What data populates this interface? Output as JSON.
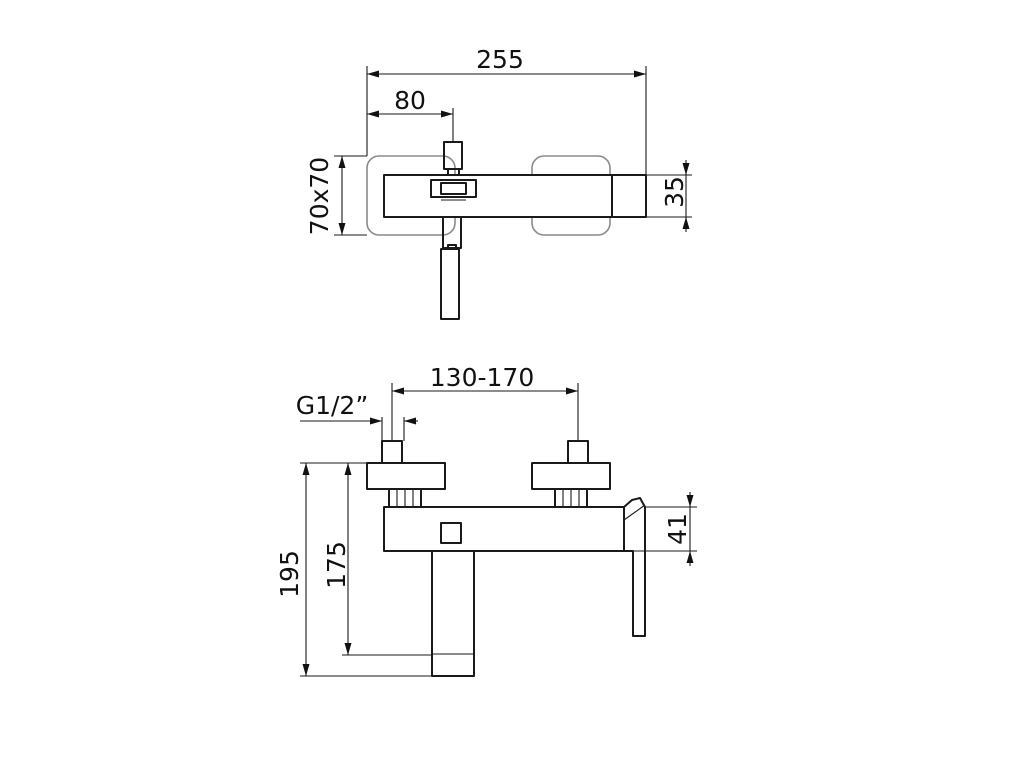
{
  "top_view": {
    "dim_total_width": "255",
    "dim_spout_offset": "80",
    "dim_plate": "70x70",
    "dim_body_height": "35"
  },
  "front_view": {
    "dim_centers": "130-170",
    "dim_thread": "G1/2”",
    "dim_total_height": "195",
    "dim_spout_height": "175",
    "dim_body": "41"
  }
}
